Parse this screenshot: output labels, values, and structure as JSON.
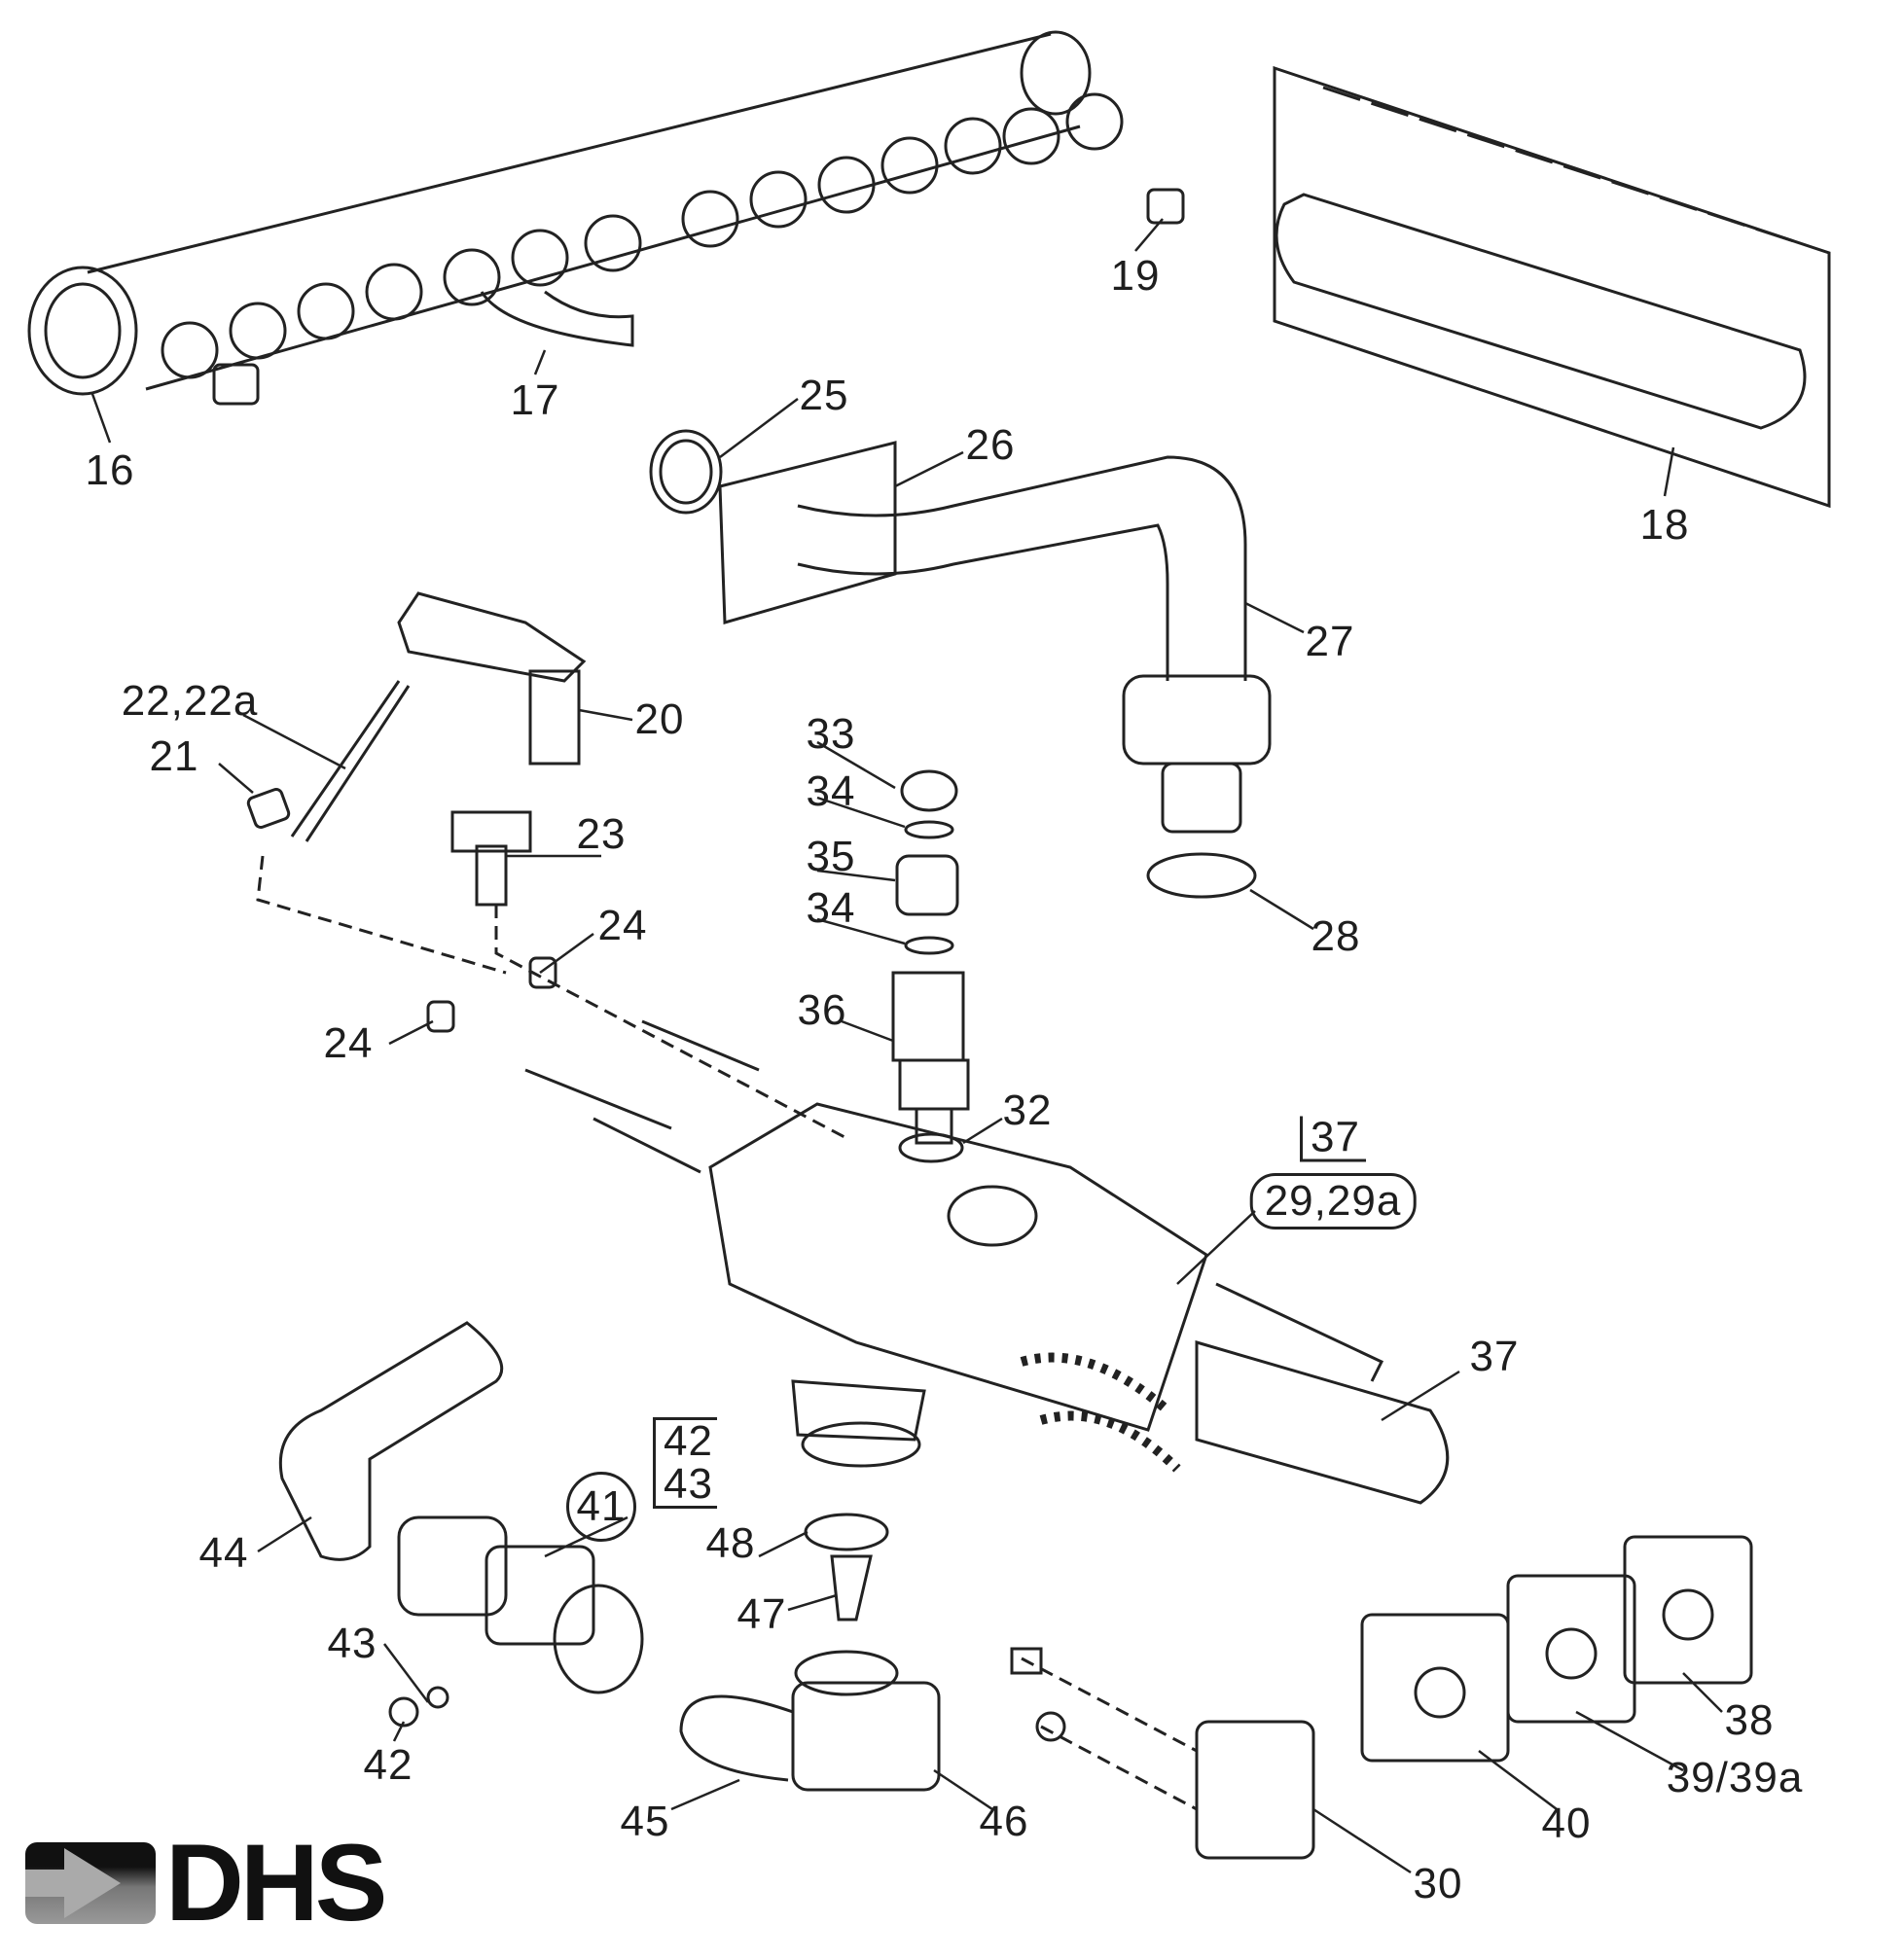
{
  "labels": {
    "p16": "16",
    "p17": "17",
    "p18": "18",
    "p19": "19",
    "p20": "20",
    "p21": "21",
    "p22": "22,22a",
    "p23": "23",
    "p24a": "24",
    "p24b": "24",
    "p25": "25",
    "p26": "26",
    "p27": "27",
    "p28": "28",
    "p29": "29,29a",
    "p37box": "37",
    "p30": "30",
    "p32": "32",
    "p33": "33",
    "p34a": "34",
    "p34b": "34",
    "p35": "35",
    "p36": "36",
    "p37": "37",
    "p38": "38",
    "p39": "39/39a",
    "p40": "40",
    "p41": "41",
    "p42box": "42",
    "p43box": "43",
    "p42": "42",
    "p43": "43",
    "p44": "44",
    "p45": "45",
    "p46": "46",
    "p47": "47",
    "p48": "48"
  },
  "logo": {
    "text": "DHS"
  }
}
